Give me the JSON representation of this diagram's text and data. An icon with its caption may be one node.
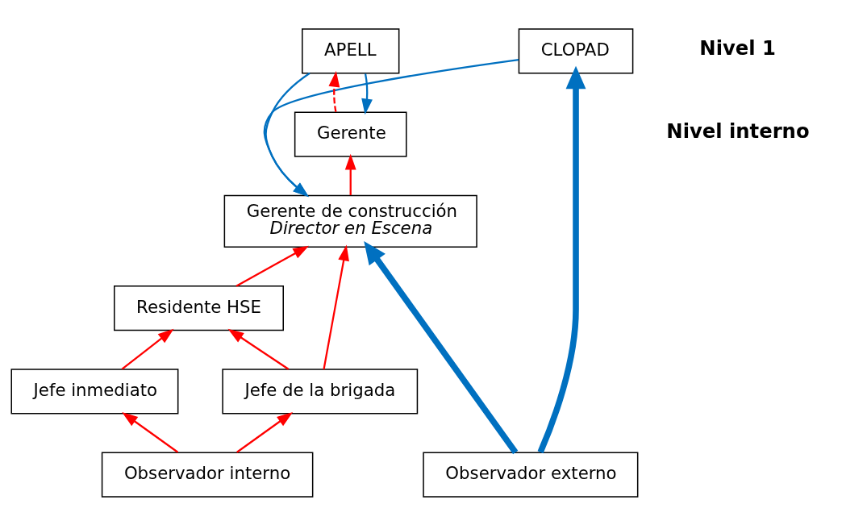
{
  "diagram": {
    "nodes": [
      {
        "text": [
          "CLOPAD"
        ]
      },
      {
        "text": [
          "APELL"
        ]
      },
      {
        "text": [
          "Gerente"
        ]
      },
      {
        "text": [
          "Gerente de construcción",
          "Director en Escena"
        ]
      },
      {
        "text": [
          "Residente HSE"
        ]
      },
      {
        "text": [
          "Jefe de la brigada"
        ]
      },
      {
        "text": [
          "Jefe inmediato"
        ]
      },
      {
        "text": [
          "Observador externo"
        ]
      },
      {
        "text": [
          "Observador interno"
        ]
      }
    ],
    "edges": [
      {
        "from": 0,
        "to": 3,
        "arrow": "to",
        "color": "#0070c0"
      },
      {
        "from": 1,
        "to": 2,
        "arrow": "to",
        "color": "#0070c0"
      },
      {
        "from": 1,
        "to": 3,
        "arrow": "to",
        "color": "#0070c0"
      },
      {
        "from": 7,
        "to": 0,
        "arrow": "to",
        "style": "thick",
        "color": "#0070c0"
      },
      {
        "from": 7,
        "to": 3,
        "arrow": "to",
        "style": "thick",
        "color": "#0070c0"
      },
      {
        "from": 2,
        "to": 1,
        "arrow": "to",
        "style": "dashed"
      },
      {
        "from": 3,
        "to": 2,
        "arrow": "to"
      },
      {
        "from": 4,
        "to": 3,
        "arrow": "to"
      },
      {
        "from": 5,
        "to": 3,
        "arrow": "to"
      },
      {
        "from": 5,
        "to": 4,
        "arrow": "to"
      },
      {
        "from": 6,
        "to": 4,
        "arrow": "to"
      },
      {
        "from": 8,
        "to": 6,
        "arrow": "to"
      },
      {
        "from": 8,
        "to": 5,
        "arrow": "to"
      }
    ],
    "labels": [
      "Nivel 1",
      "Nivel interno"
    ]
  }
}
